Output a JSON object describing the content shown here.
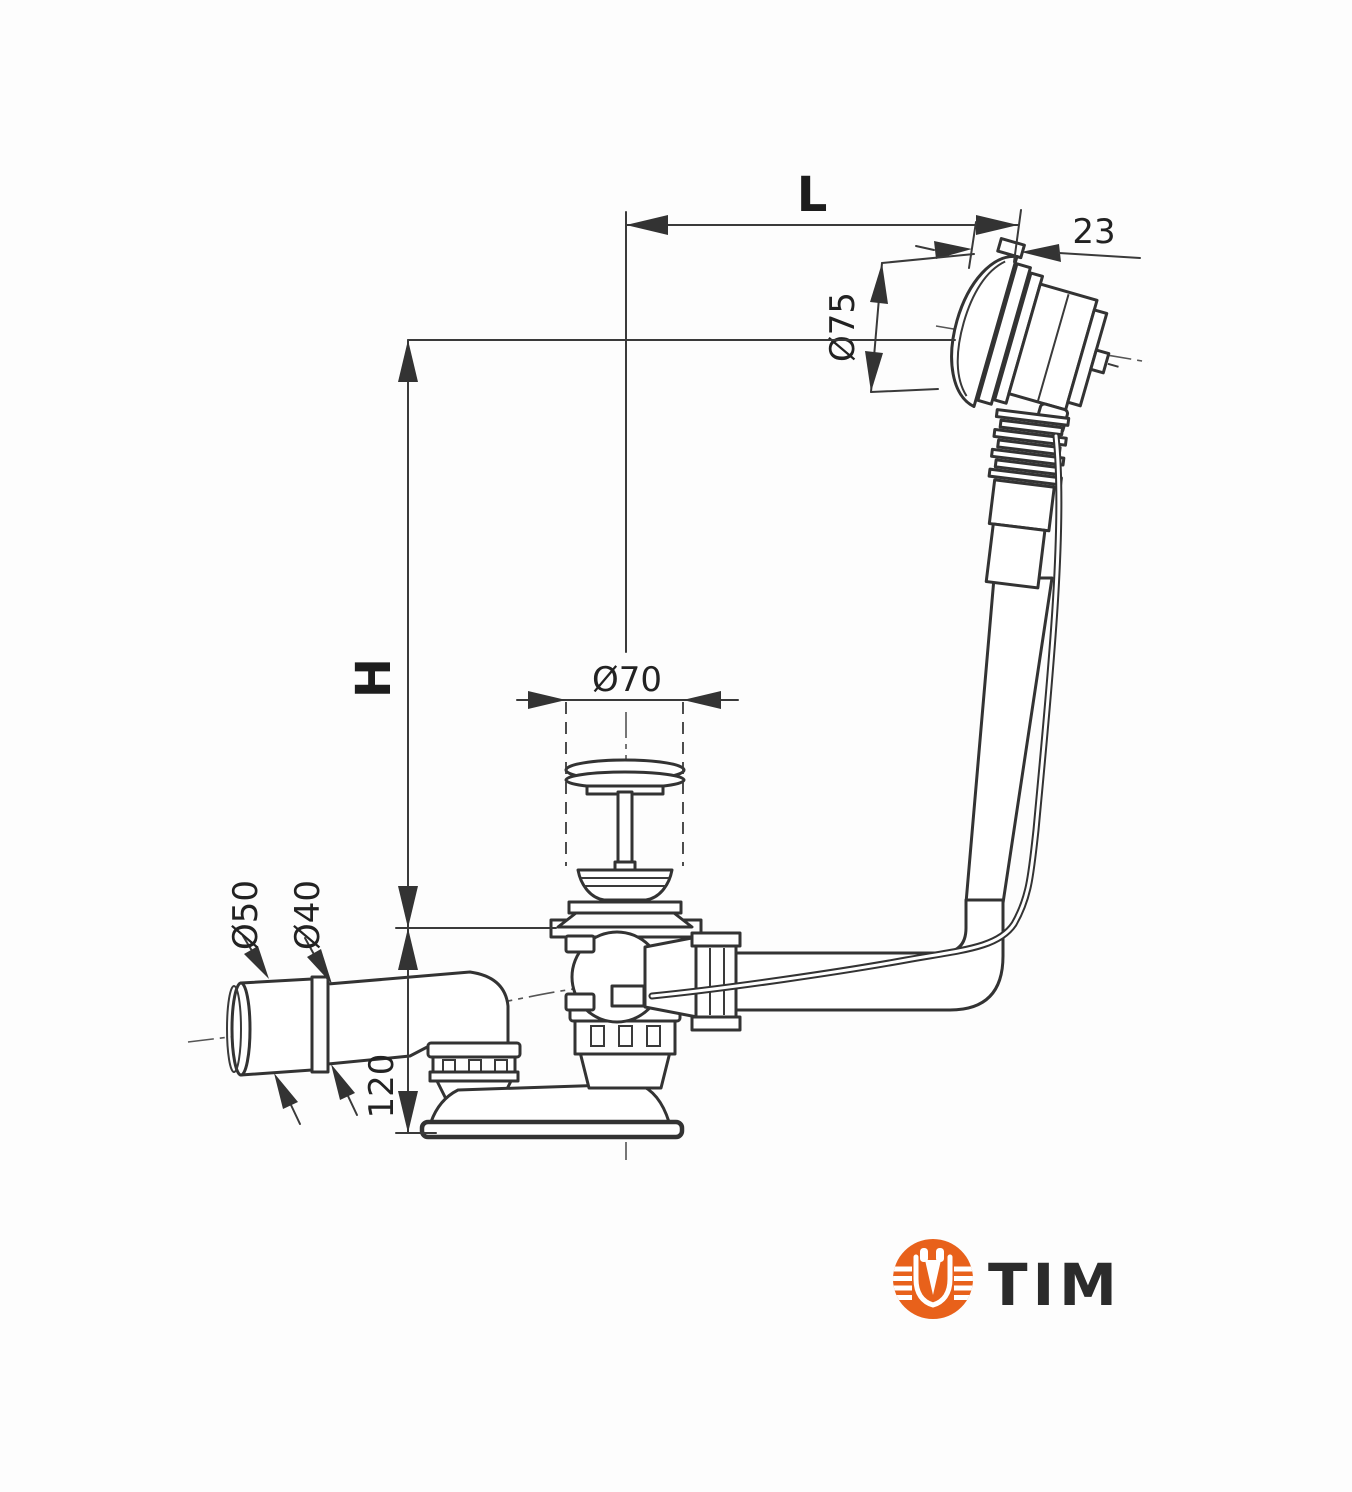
{
  "drawing": {
    "type": "technical-dimension-drawing",
    "line_color": "#333333",
    "background": "#fdfdfd",
    "labels": {
      "length": "L",
      "height": "H",
      "overflow_trim_diameter": "Ø75",
      "overflow_trim_depth": "23",
      "plug_diameter": "Ø70",
      "outlet_outer_diameter": "Ø50",
      "outlet_inner_diameter": "Ø40",
      "foot_height": "120"
    }
  },
  "logo": {
    "text": "TIM",
    "circle_color": "#e8611b",
    "emblem_color": "#ffffff",
    "text_color": "#2b2b2b"
  }
}
